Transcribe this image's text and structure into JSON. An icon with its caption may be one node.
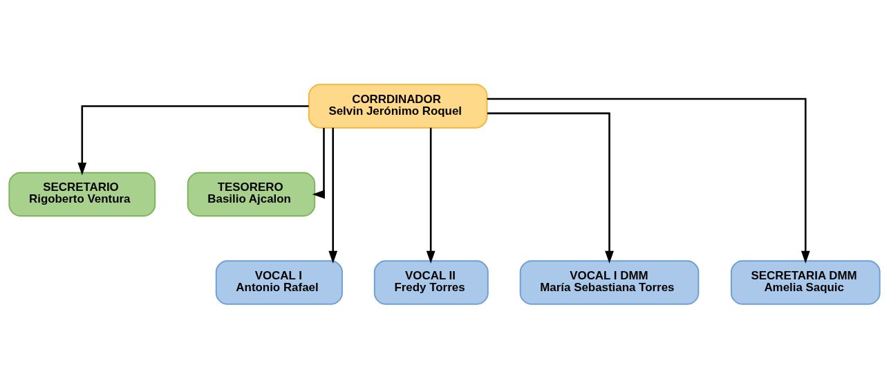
{
  "diagram": {
    "nodes": [
      {
        "text": [
          "CORRDINADOR",
          "Selvin Jerónimo Roquel"
        ]
      },
      {
        "text": [
          "SECRETARIO",
          "Rigoberto Ventura"
        ]
      },
      {
        "text": [
          "TESORERO",
          "Basilio Ajcalon"
        ]
      },
      {
        "text": [
          "VOCAL I",
          "Antonio Rafael"
        ]
      },
      {
        "text": [
          "VOCAL II",
          "Fredy Torres"
        ]
      },
      {
        "text": [
          "VOCAL I DMM",
          "María Sebastiana Torres"
        ]
      },
      {
        "text": [
          "SECRETARIA DMM",
          "Amelia Saquic"
        ]
      }
    ],
    "edges": [
      {
        "from": 0,
        "to": 1,
        "arrow": "to"
      },
      {
        "from": 0,
        "to": 2,
        "arrow": "to"
      },
      {
        "from": 0,
        "to": 3,
        "arrow": "to"
      },
      {
        "from": 0,
        "to": 4,
        "arrow": "to"
      },
      {
        "from": 0,
        "to": 5,
        "arrow": "to"
      },
      {
        "from": 0,
        "to": 6,
        "arrow": "to"
      }
    ]
  }
}
